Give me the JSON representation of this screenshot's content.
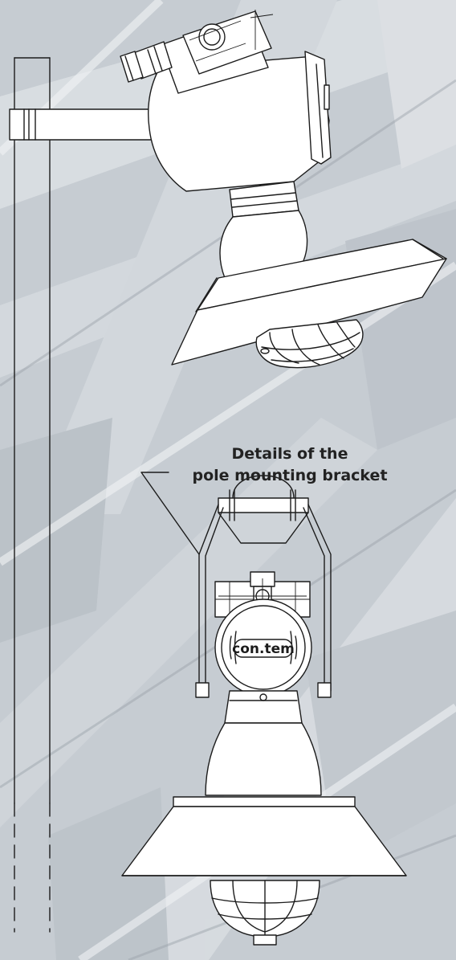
{
  "caption": {
    "line1": "Details of the",
    "line2": "pole mounting bracket"
  },
  "logo": {
    "text": "con.tem"
  },
  "background": {
    "tone": "#c9ced4",
    "accent": "#e9ecef"
  }
}
